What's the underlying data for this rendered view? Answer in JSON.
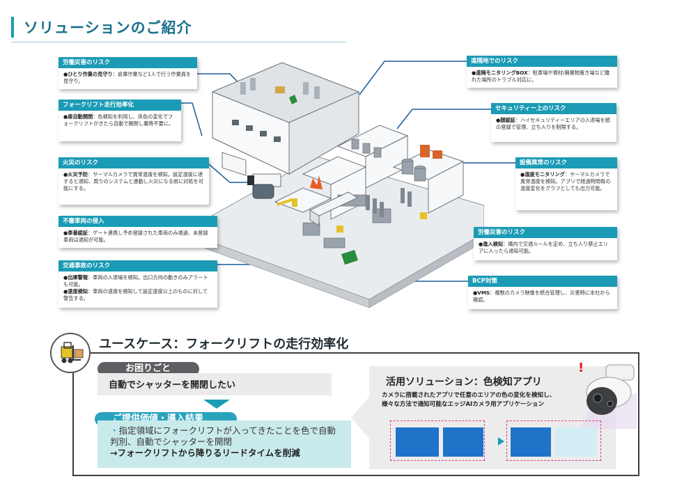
{
  "header": {
    "title": "ソリューションのご紹介"
  },
  "risks": {
    "labor1": {
      "title": "労働災害のリスク",
      "lines": [
        {
          "bold": "●ひとり作業の見守り",
          "text": "：倉庫作業など1人で行う作業員を見守り。"
        }
      ]
    },
    "forklift": {
      "title": "フォークリフト走行効率化",
      "lines": [
        {
          "bold": "●扉自動開閉",
          "text": "：色検知を利用し、床色の変化でフォークリフトがきたら自動で開閉し乗降不要に。"
        }
      ]
    },
    "fire": {
      "title": "火災のリスク",
      "lines": [
        {
          "bold": "●火災予防",
          "text": "：サーマルカメラで異常温度を検知。設定温度に達すると通知、周りのシステムと連動し火災になる前に対処を可能にする。"
        }
      ]
    },
    "vehicle": {
      "title": "不審車両の侵入",
      "lines": [
        {
          "bold": "●車番認証",
          "text": "：ゲート連携し予め登録された車両のみ通過、未登録車両は通知が可能。"
        }
      ]
    },
    "traffic": {
      "title": "交通事故のリスク",
      "lines": [
        {
          "bold": "●出庫警報",
          "text": "：車両の入退場を検知。出口方向の動きのみアラートも可能。"
        },
        {
          "bold": "●速度検知",
          "text": "：車両の速度を検知して設定速度以上のものに対して警告する。"
        }
      ]
    },
    "remote": {
      "title": "遠隔地でのリスク",
      "lines": [
        {
          "bold": "●遠隔モニタリングBOX",
          "text": "：駐車場や資材/廃棄物置き場など離れた場所のトラブル対応に。"
        }
      ]
    },
    "security": {
      "title": "セキュリティー上のリスク",
      "lines": [
        {
          "bold": "●顔認証",
          "text": "：ハイセキュリティーエリアの入退場を顔の登録で管理、立ち入りを制限する。"
        }
      ]
    },
    "equipment": {
      "title": "設備異常のリスク",
      "lines": [
        {
          "bold": "●温度モニタリング",
          "text": "：サーマルカメラで異常温度を検知。アプリで経過時間毎の温度変化をグラフとしても出力可能。"
        }
      ]
    },
    "labor2": {
      "title": "労働災害のリスク",
      "lines": [
        {
          "bold": "●進入検知",
          "text": "：構内で交通ルールを定め、立ち入り禁止エリアに入ったら通知可能。"
        }
      ]
    },
    "bcp": {
      "title": "BCP対策",
      "lines": [
        {
          "bold": "●VMS",
          "text": "：複数のカメラ映像を統合管理し、災害時に本社から確認。"
        }
      ]
    }
  },
  "usecase": {
    "title": "ユースケース：フォークリフトの走行効率化",
    "problem_label": "お困りごと",
    "problem_text": "自動でシャッターを開閉したい",
    "result_label": "ご提供価値・導入結果",
    "result_bullet": "・",
    "result_text": "指定領域にフォークリフトが入ってきたことを色で自動判別、自動でシャッターを開閉",
    "result_emphasis": "→フォークリフトから降りるリードタイムを削減"
  },
  "solution": {
    "title": "活用ソリューション：色検知アプリ",
    "desc_line1": "カメラに搭載されたアプリで任意のエリアの色の変化を検知し、",
    "desc_line2": "様々な方法で通知可能なエッジAIカメラ用アプリケーション",
    "alert_mark": "!"
  },
  "colors": {
    "accent": "#1b9bb5",
    "title": "#1a6f8c",
    "magenta_frame": "#d63a8c",
    "detect_blue": "#1f73c9"
  },
  "icons": {
    "usecase": "forklift-icon",
    "camera": "dome-camera-icon"
  }
}
